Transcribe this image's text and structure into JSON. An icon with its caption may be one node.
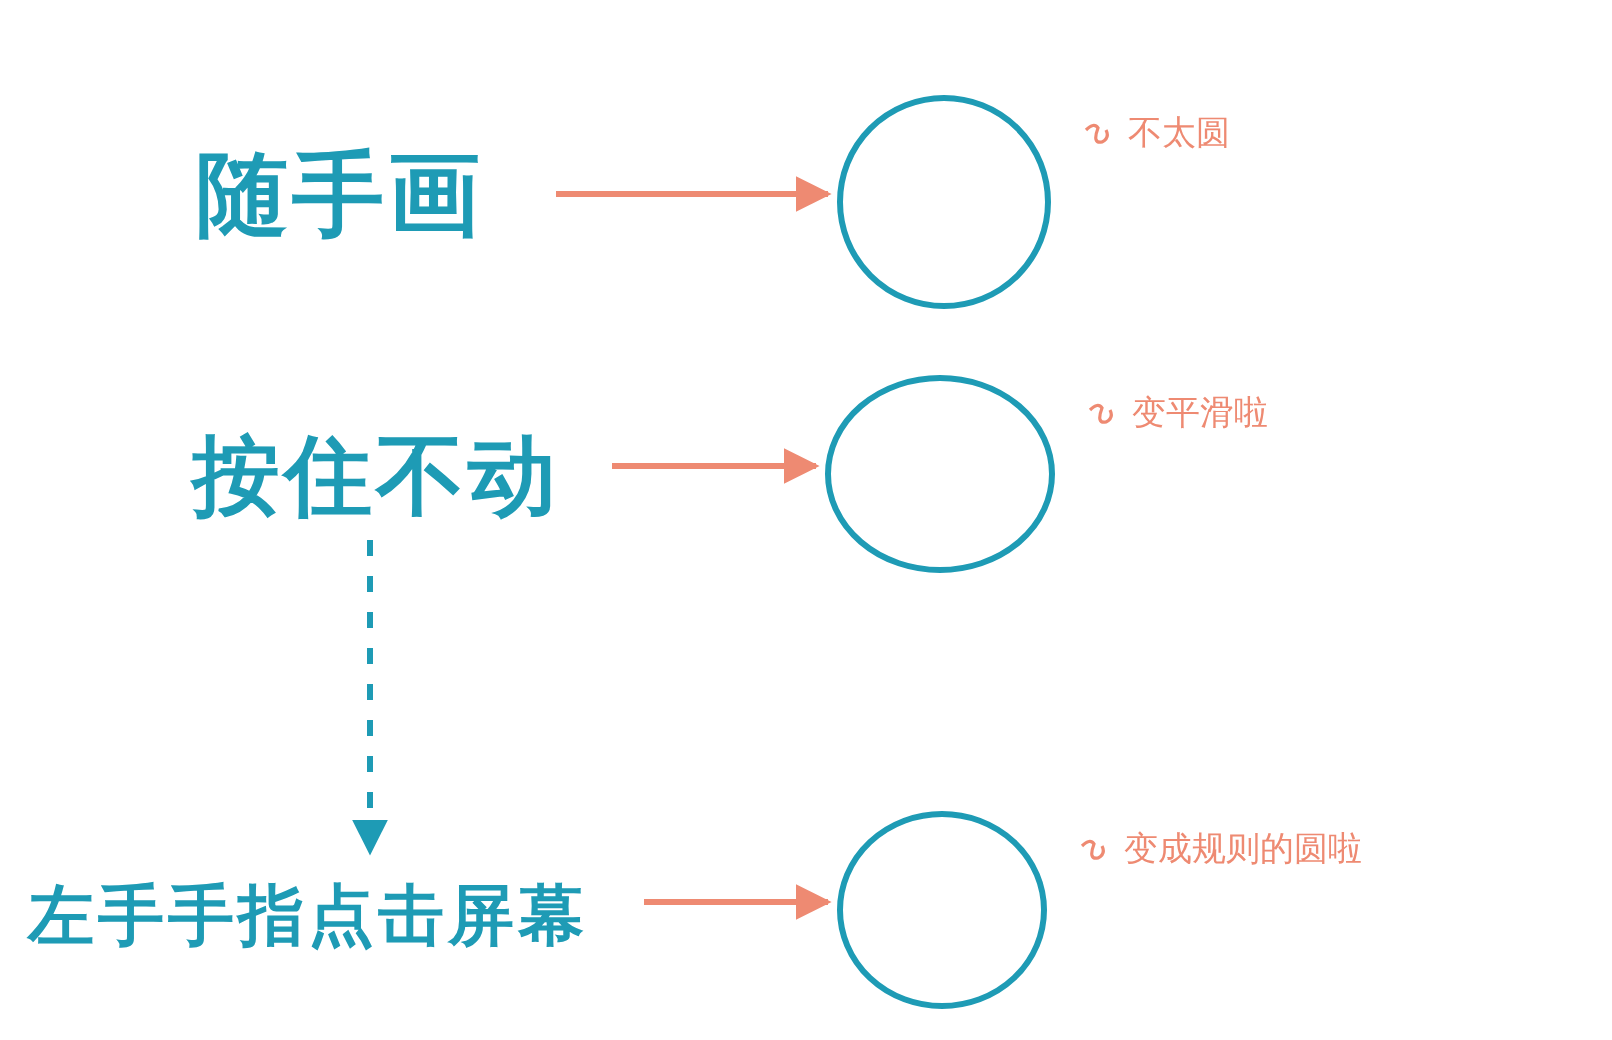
{
  "diagram": {
    "nodes": [
      {
        "text": [
          "随手画"
        ]
      },
      {
        "text": [],
        "shape": "circle",
        "beside": [
          "不太圆"
        ]
      },
      {
        "text": [
          "按住不动"
        ]
      },
      {
        "text": [],
        "shape": "circle",
        "beside": [
          "变平滑啦"
        ]
      },
      {
        "text": [
          "左手手指点击屏幕"
        ]
      },
      {
        "text": [],
        "shape": "circle",
        "beside": [
          "变成规则的圆啦"
        ]
      }
    ],
    "edges": [
      {
        "from": 0,
        "to": 1,
        "arrow": "to"
      },
      {
        "from": 2,
        "to": 3,
        "arrow": "to"
      },
      {
        "from": 2,
        "to": 4,
        "arrow": "to",
        "style": "dashed",
        "color": "#1e9bb5"
      },
      {
        "from": 4,
        "to": 5,
        "arrow": "to"
      }
    ]
  }
}
